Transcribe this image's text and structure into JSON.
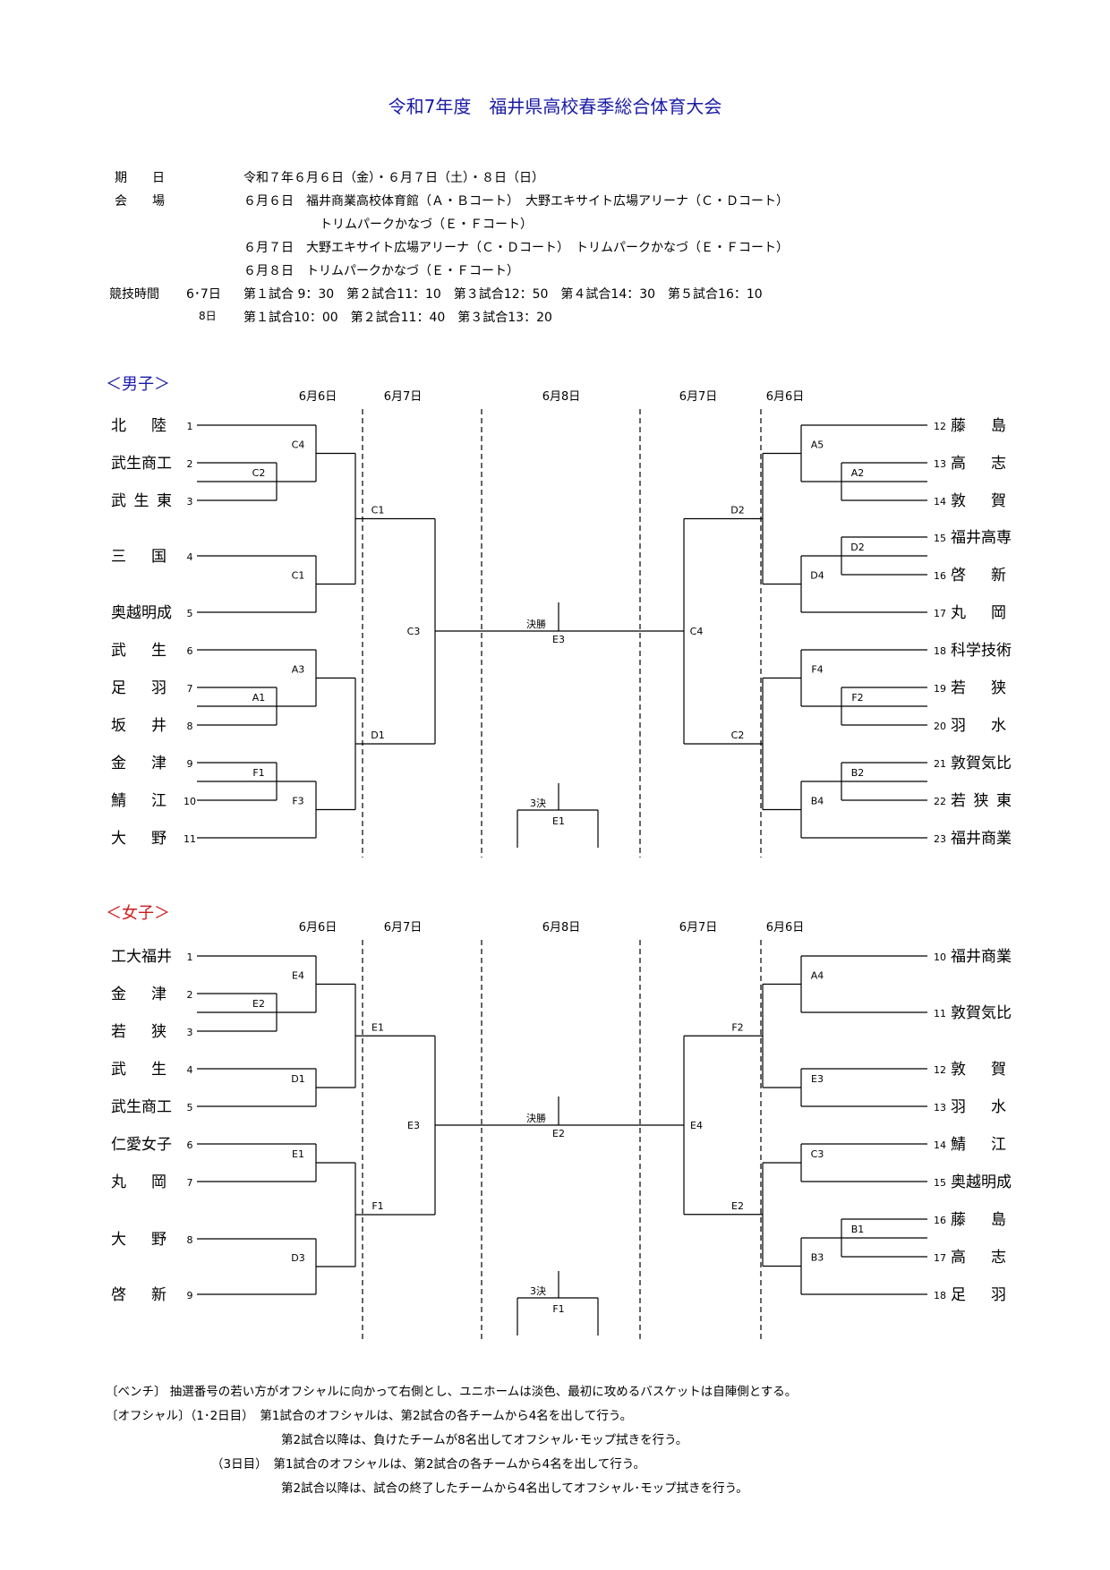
{
  "title": "令和7年度　福井県高校春季総合体育大会",
  "info": {
    "period_label": "期　　日",
    "period_value": "令和７年６月６日（金）・６月７日（土）・８日（日）",
    "venue_label": "会　　場",
    "venue_lines": [
      "６月６日　福井商業高校体育館（Ａ・Ｂコート）　大野エキサイト広場アリーナ（Ｃ・Ｄコート）",
      "トリムパークかなづ（Ｅ・Ｆコート）",
      "６月７日　大野エキサイト広場アリーナ（Ｃ・Ｄコート）　トリムパークかなづ（Ｅ・Ｆコート）",
      "６月８日　トリムパークかなづ（Ｅ・Ｆコート）"
    ],
    "time_label": "競技時間",
    "time_rows": [
      {
        "days": "6･7日",
        "schedule": "第１試合 9：30　第２試合11：10　第３試合12：50　第４試合14：30　第５試合16：10"
      },
      {
        "days": "8日",
        "schedule": "第１試合10：00　第２試合11：40　第３試合13：20"
      }
    ]
  },
  "colors": {
    "title": "#1a1aa8",
    "boys": "#1a1aa8",
    "girls": "#d01a1a"
  },
  "day_headers": [
    "6月6日",
    "6月7日",
    "6月8日",
    "6月7日",
    "6月6日"
  ],
  "final_label": "決勝",
  "third_label": "3決",
  "boys": {
    "label": "＜男子＞",
    "left_teams": [
      {
        "n": "1",
        "name": "北　陸"
      },
      {
        "n": "2",
        "name": "武生商工"
      },
      {
        "n": "3",
        "name": "武生東"
      },
      {
        "n": "4",
        "name": "三　国"
      },
      {
        "n": "5",
        "name": "奥越明成"
      },
      {
        "n": "6",
        "name": "武　生"
      },
      {
        "n": "7",
        "name": "足　羽"
      },
      {
        "n": "8",
        "name": "坂　井"
      },
      {
        "n": "9",
        "name": "金　津"
      },
      {
        "n": "10",
        "name": "鯖　江"
      },
      {
        "n": "11",
        "name": "大　野"
      }
    ],
    "right_teams": [
      {
        "n": "12",
        "name": "藤　島"
      },
      {
        "n": "13",
        "name": "高　志"
      },
      {
        "n": "14",
        "name": "敦　賀"
      },
      {
        "n": "15",
        "name": "福井高専"
      },
      {
        "n": "16",
        "name": "啓　新"
      },
      {
        "n": "17",
        "name": "丸　岡"
      },
      {
        "n": "18",
        "name": "科学技術"
      },
      {
        "n": "19",
        "name": "若　狭"
      },
      {
        "n": "20",
        "name": "羽　水"
      },
      {
        "n": "21",
        "name": "敦賀気比"
      },
      {
        "n": "22",
        "name": "若狭東"
      },
      {
        "n": "23",
        "name": "福井商業"
      }
    ],
    "courts": {
      "left_r1": [
        "C2",
        "A1",
        "F1"
      ],
      "left_r2": [
        "C4",
        "C1",
        "A3",
        "F3"
      ],
      "left_r3": [
        "C1",
        "D1"
      ],
      "left_sf": "C3",
      "right_r1": [
        "A2",
        "D2",
        "F2",
        "B2"
      ],
      "right_r2": [
        "A5",
        "D4",
        "F4",
        "B4"
      ],
      "right_r3": [
        "D2",
        "C2"
      ],
      "right_sf": "C4",
      "final": "E3",
      "third": "E1"
    }
  },
  "girls": {
    "label": "＜女子＞",
    "left_teams": [
      {
        "n": "1",
        "name": "工大福井"
      },
      {
        "n": "2",
        "name": "金　津"
      },
      {
        "n": "3",
        "name": "若　狭"
      },
      {
        "n": "4",
        "name": "武　生"
      },
      {
        "n": "5",
        "name": "武生商工"
      },
      {
        "n": "6",
        "name": "仁愛女子"
      },
      {
        "n": "7",
        "name": "丸　岡"
      },
      {
        "n": "8",
        "name": "大　野"
      },
      {
        "n": "9",
        "name": "啓　新"
      }
    ],
    "right_teams": [
      {
        "n": "10",
        "name": "福井商業"
      },
      {
        "n": "11",
        "name": "敦賀気比"
      },
      {
        "n": "12",
        "name": "敦　賀"
      },
      {
        "n": "13",
        "name": "羽　水"
      },
      {
        "n": "14",
        "name": "鯖　江"
      },
      {
        "n": "15",
        "name": "奥越明成"
      },
      {
        "n": "16",
        "name": "藤　島"
      },
      {
        "n": "17",
        "name": "高　志"
      },
      {
        "n": "18",
        "name": "足　羽"
      }
    ],
    "courts": {
      "left_r1": [
        "E2"
      ],
      "left_r2": [
        "E4",
        "D1",
        "E1",
        "D3"
      ],
      "left_r3": [
        "E1",
        "F1"
      ],
      "left_sf": "E3",
      "right_r1": [
        "B1"
      ],
      "right_r2": [
        "A4",
        "E3",
        "C3",
        "B3"
      ],
      "right_r3": [
        "F2",
        "E2"
      ],
      "right_sf": "E4",
      "final": "E2",
      "third": "F1"
    }
  },
  "notes": [
    "〔ベンチ〕 抽選番号の若い方がオフシャルに向かって右側とし、ユニホームは淡色、最初に攻めるバスケットは自陣側とする。",
    "〔オフシャル〕（1･2日目）　第1試合のオフシャルは、第2試合の各チームから4名を出して行う。",
    "第2試合以降は、負けたチームが8名出してオフシャル･モップ拭きを行う。",
    "（3日目）　第1試合のオフシャルは、第2試合の各チームから4名を出して行う。",
    "第2試合以降は、試合の終了したチームから4名出してオフシャル･モップ拭きを行う。"
  ]
}
